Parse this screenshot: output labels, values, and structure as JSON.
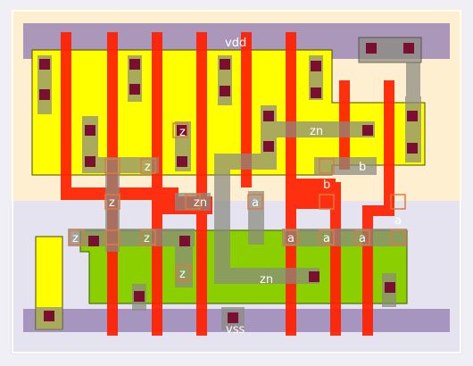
{
  "colors": {
    "nwell": "#fdefcf",
    "pwell": "#e4e3ef",
    "page": "#ffffff",
    "rail_metal": "#9b87b5",
    "pdiff": "#ffff00",
    "ndiff": "#8ccf00",
    "poly": "#ff2000",
    "metal1": "#8a8a80",
    "contact": "#7a1030",
    "pin_outline": "#e07a40"
  },
  "rails": {
    "vdd": "vdd",
    "vss": "vss"
  },
  "nets": {
    "z": "z",
    "zn": "zn",
    "a": "a",
    "b": "b"
  }
}
